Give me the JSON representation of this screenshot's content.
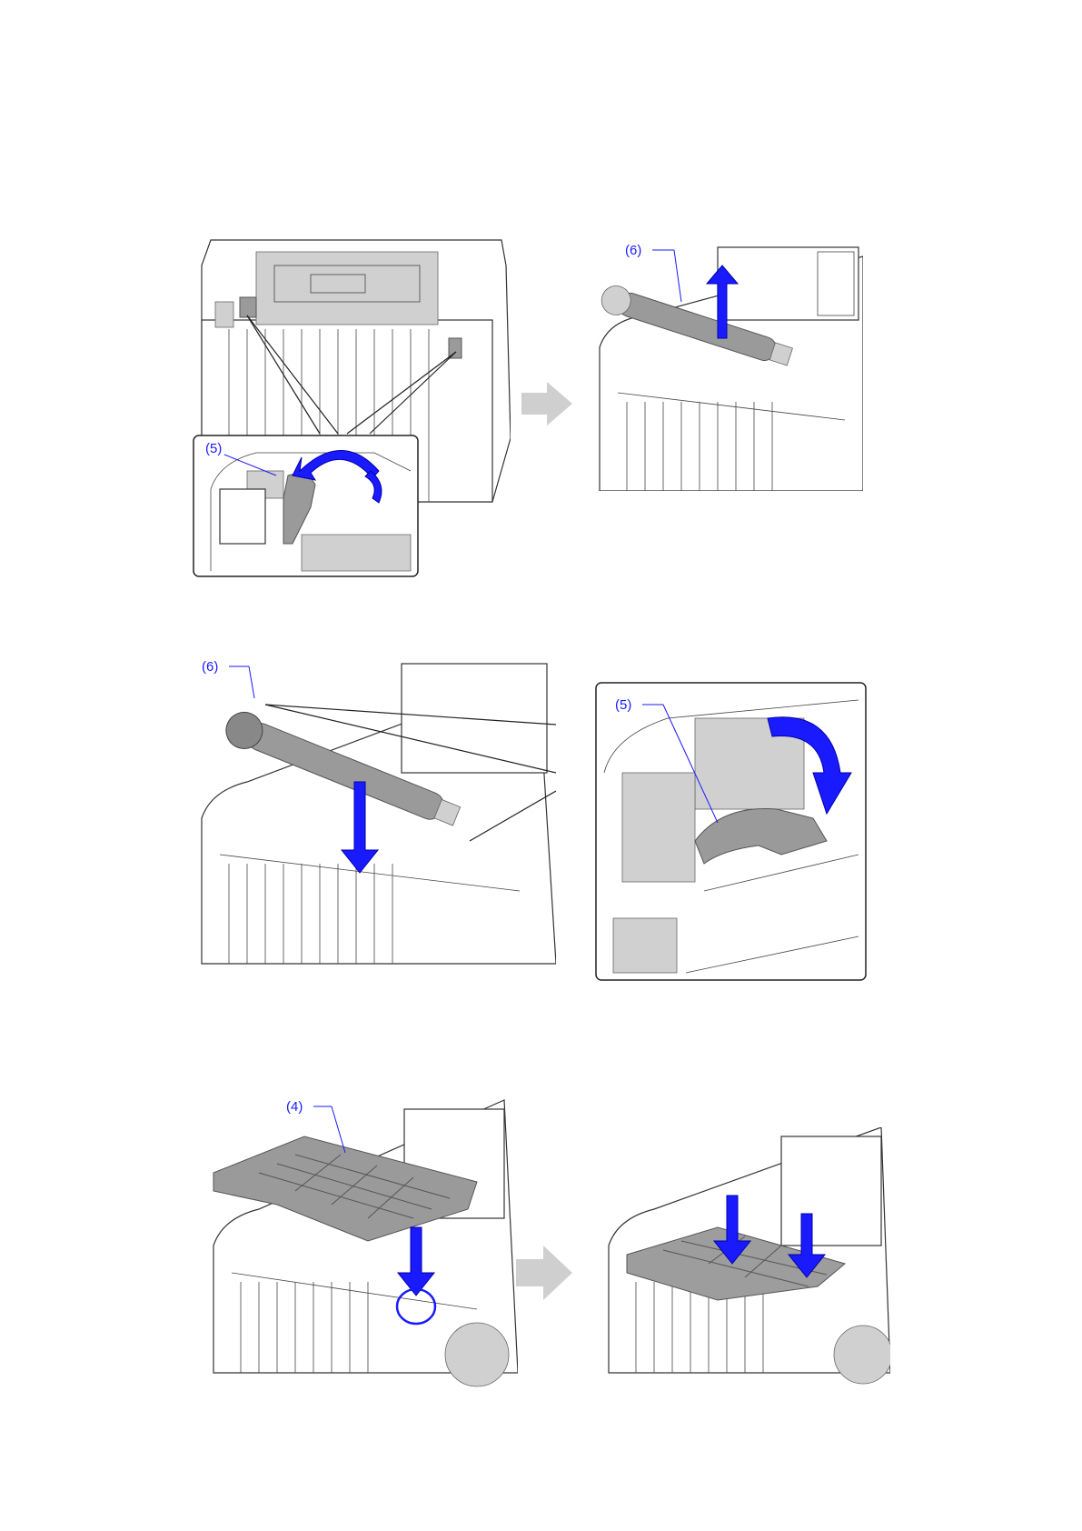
{
  "figures": [
    {
      "id": "fig1",
      "callouts": {
        "latch": "(5)",
        "roller": "(6)"
      }
    },
    {
      "id": "fig2",
      "callouts": {
        "roller": "(6)",
        "latch": "(5)"
      }
    },
    {
      "id": "fig3",
      "callouts": {
        "guide": "(4)"
      }
    }
  ],
  "colors": {
    "accent_blue": "#1a1aff",
    "step_arrow_grey": "#cfcfcf",
    "part_grey": "#9a9a9a"
  },
  "icons": [
    "arrow-up-icon",
    "arrow-down-icon",
    "rotate-arrow-icon",
    "step-arrow-right-icon"
  ]
}
